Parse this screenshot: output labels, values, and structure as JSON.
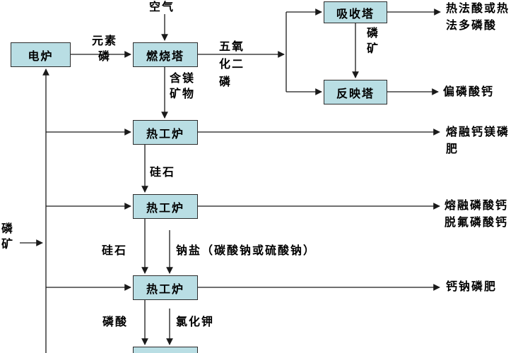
{
  "diagram": {
    "boxes": {
      "electric_furnace": "电炉",
      "combustion_tower": "燃烧塔",
      "absorption_tower": "吸收塔",
      "reaction_tower": "反映塔",
      "thermal_furnace_1": "热工炉",
      "thermal_furnace_2": "热工炉",
      "thermal_furnace_3": "热工炉"
    },
    "inputs": {
      "air": "空气",
      "elemental_phosphorus": "元素\n磷",
      "phosphorus_pentoxide": "五氧\n化二\n磷",
      "phosphate_ore_mid": "磷\n矿",
      "magnesium_minerals": "含镁\n矿物",
      "silica_1": "硅石",
      "silica_2": "硅石",
      "sodium_salt": "钠盐（碳酸钠或硫酸钠）",
      "phosphoric_acid": "磷酸",
      "potassium_chloride": "氯化钾",
      "phosphate_ore_left": "磷\n矿"
    },
    "outputs": {
      "thermal_acid": "热法酸或热\n法多磷酸",
      "calcium_metaphosphate": "偏磷酸钙",
      "fused_ca_mg_phosphate": "熔融钙镁磷\n肥",
      "fused_ca_phosphate": "熔融磷酸钙\n脱氟磷酸钙",
      "ca_na_phosphate": "钙钠磷肥"
    },
    "colors": {
      "box_fill": "#b9dee4",
      "box_border": "#2b2b2b",
      "line_color": "#1a1a1a",
      "text_color": "#000000",
      "background": "#ffffff"
    }
  }
}
